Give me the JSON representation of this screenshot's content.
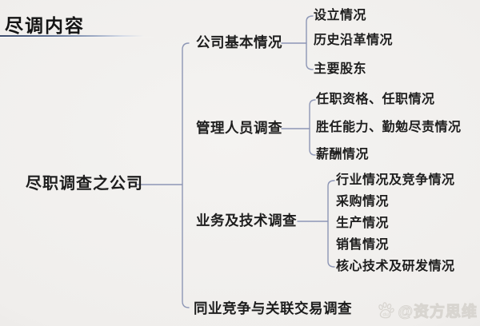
{
  "page": {
    "title": "尽调内容",
    "watermark": {
      "icon": "baidu-paw-icon",
      "icon_text": "du",
      "text": "@资方思维"
    },
    "colors": {
      "background": "#f0eeec",
      "text": "#1e1e1e",
      "connector_line": "#8d96b5",
      "title_underline": "#3d4d6e",
      "watermark_outline": "#d8d5d0"
    }
  },
  "tree": {
    "root": "尽职调查之公司",
    "branches": [
      {
        "label": "公司基本情况",
        "children": [
          "设立情况",
          "历史沿革情况",
          "主要股东"
        ]
      },
      {
        "label": "管理人员调查",
        "children": [
          "任职资格、任职情况",
          "胜任能力、勤勉尽责情况",
          "薪酬情况"
        ]
      },
      {
        "label": "业务及技术调查",
        "children": [
          "行业情况及竞争情况",
          "采购情况",
          "生产情况",
          "销售情况",
          "核心技术及研发情况"
        ]
      },
      {
        "label": "同业竞争与关联交易调查",
        "children": []
      }
    ]
  }
}
